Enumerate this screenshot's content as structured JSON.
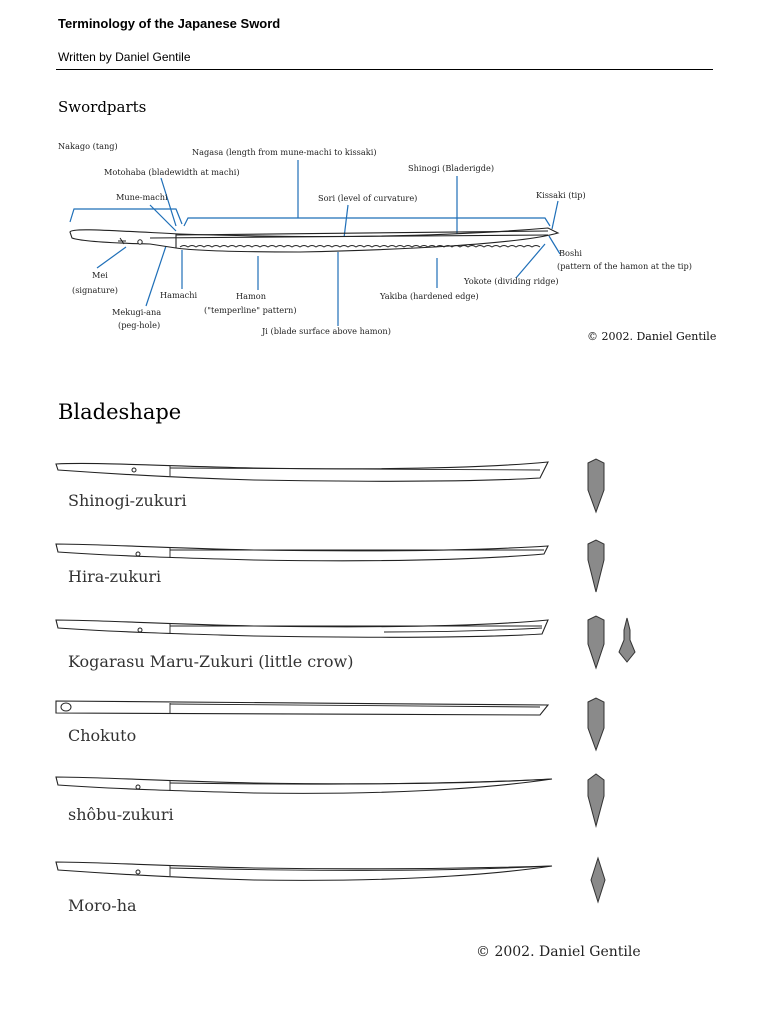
{
  "header": {
    "title": "Terminology of the Japanese Sword",
    "author": "Written by Daniel Gentile"
  },
  "swordparts": {
    "heading": "Swordparts",
    "labels": {
      "nakago": "Nakago (tang)",
      "nagasa": "Nagasa (length from mune-machi to kissaki)",
      "motohaba": "Motohaba (bladewidth at machi)",
      "shinogi": "Shinogi (Bladerigde)",
      "munemachi": "Mune-machi",
      "sori": "Sori (level of curvature)",
      "kissaki": "Kissaki (tip)",
      "boshi": "Boshi",
      "boshi_desc": "(pattern of the hamon at the tip)",
      "mei": "Mei",
      "mei_desc": "(signature)",
      "hamachi": "Hamachi",
      "hamon": "Hamon",
      "hamon_desc": "(\"temperline\" pattern)",
      "yakiba": "Yakiba (hardened edge)",
      "yokote": "Yokote (dividing ridge)",
      "mekugi": "Mekugi-ana",
      "mekugi_desc": "(peg-hole)",
      "ji": "Ji (blade surface above hamon)"
    },
    "copyright": "© 2002. Daniel Gentile"
  },
  "bladeshape": {
    "heading": "Bladeshape",
    "items": [
      {
        "name": "Shinogi-zukuri"
      },
      {
        "name": "Hira-zukuri"
      },
      {
        "name": "Kogarasu Maru-Zukuri (little crow)"
      },
      {
        "name": "Chokuto"
      },
      {
        "name": "shôbu-zukuri"
      },
      {
        "name": "Moro-ha"
      }
    ],
    "copyright": "© 2002. Daniel Gentile"
  },
  "colors": {
    "blue": "#1f6fb8",
    "cross_section": "#8a8a8a",
    "line": "#222222"
  }
}
